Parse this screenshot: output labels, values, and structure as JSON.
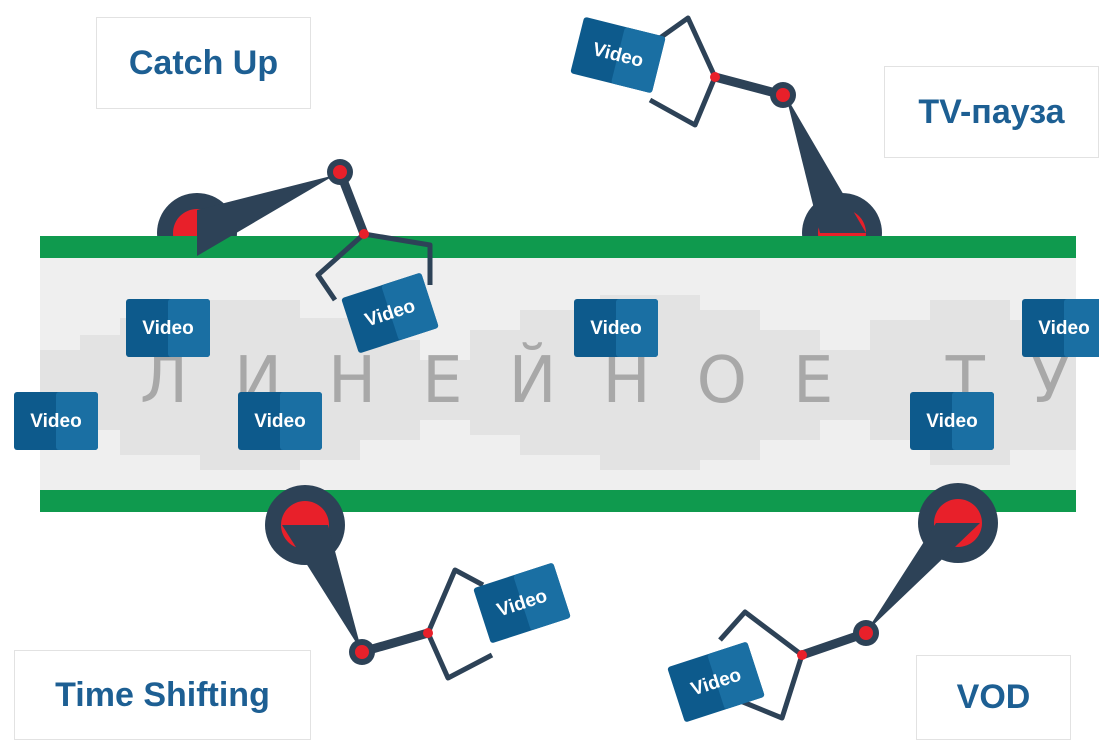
{
  "labels": {
    "catch_up": "Catch Up",
    "tv_pause": "TV-пауза",
    "time_shifting": "Time Shifting",
    "vod": "VOD"
  },
  "center_text": "ЛИНЕЙНОЕ ТУ",
  "video_tile_label": "Video",
  "colors": {
    "belt_edge": "#0f9a4e",
    "belt_fill": "#efefef",
    "tile_dark": "#0d5a8c",
    "tile_light": "#1a6fa3",
    "arm": "#2d4257",
    "joint_red": "#e8202a",
    "label_text": "#1d5f93"
  },
  "icons": [
    "robot-arm-icon",
    "video-tile-icon"
  ]
}
